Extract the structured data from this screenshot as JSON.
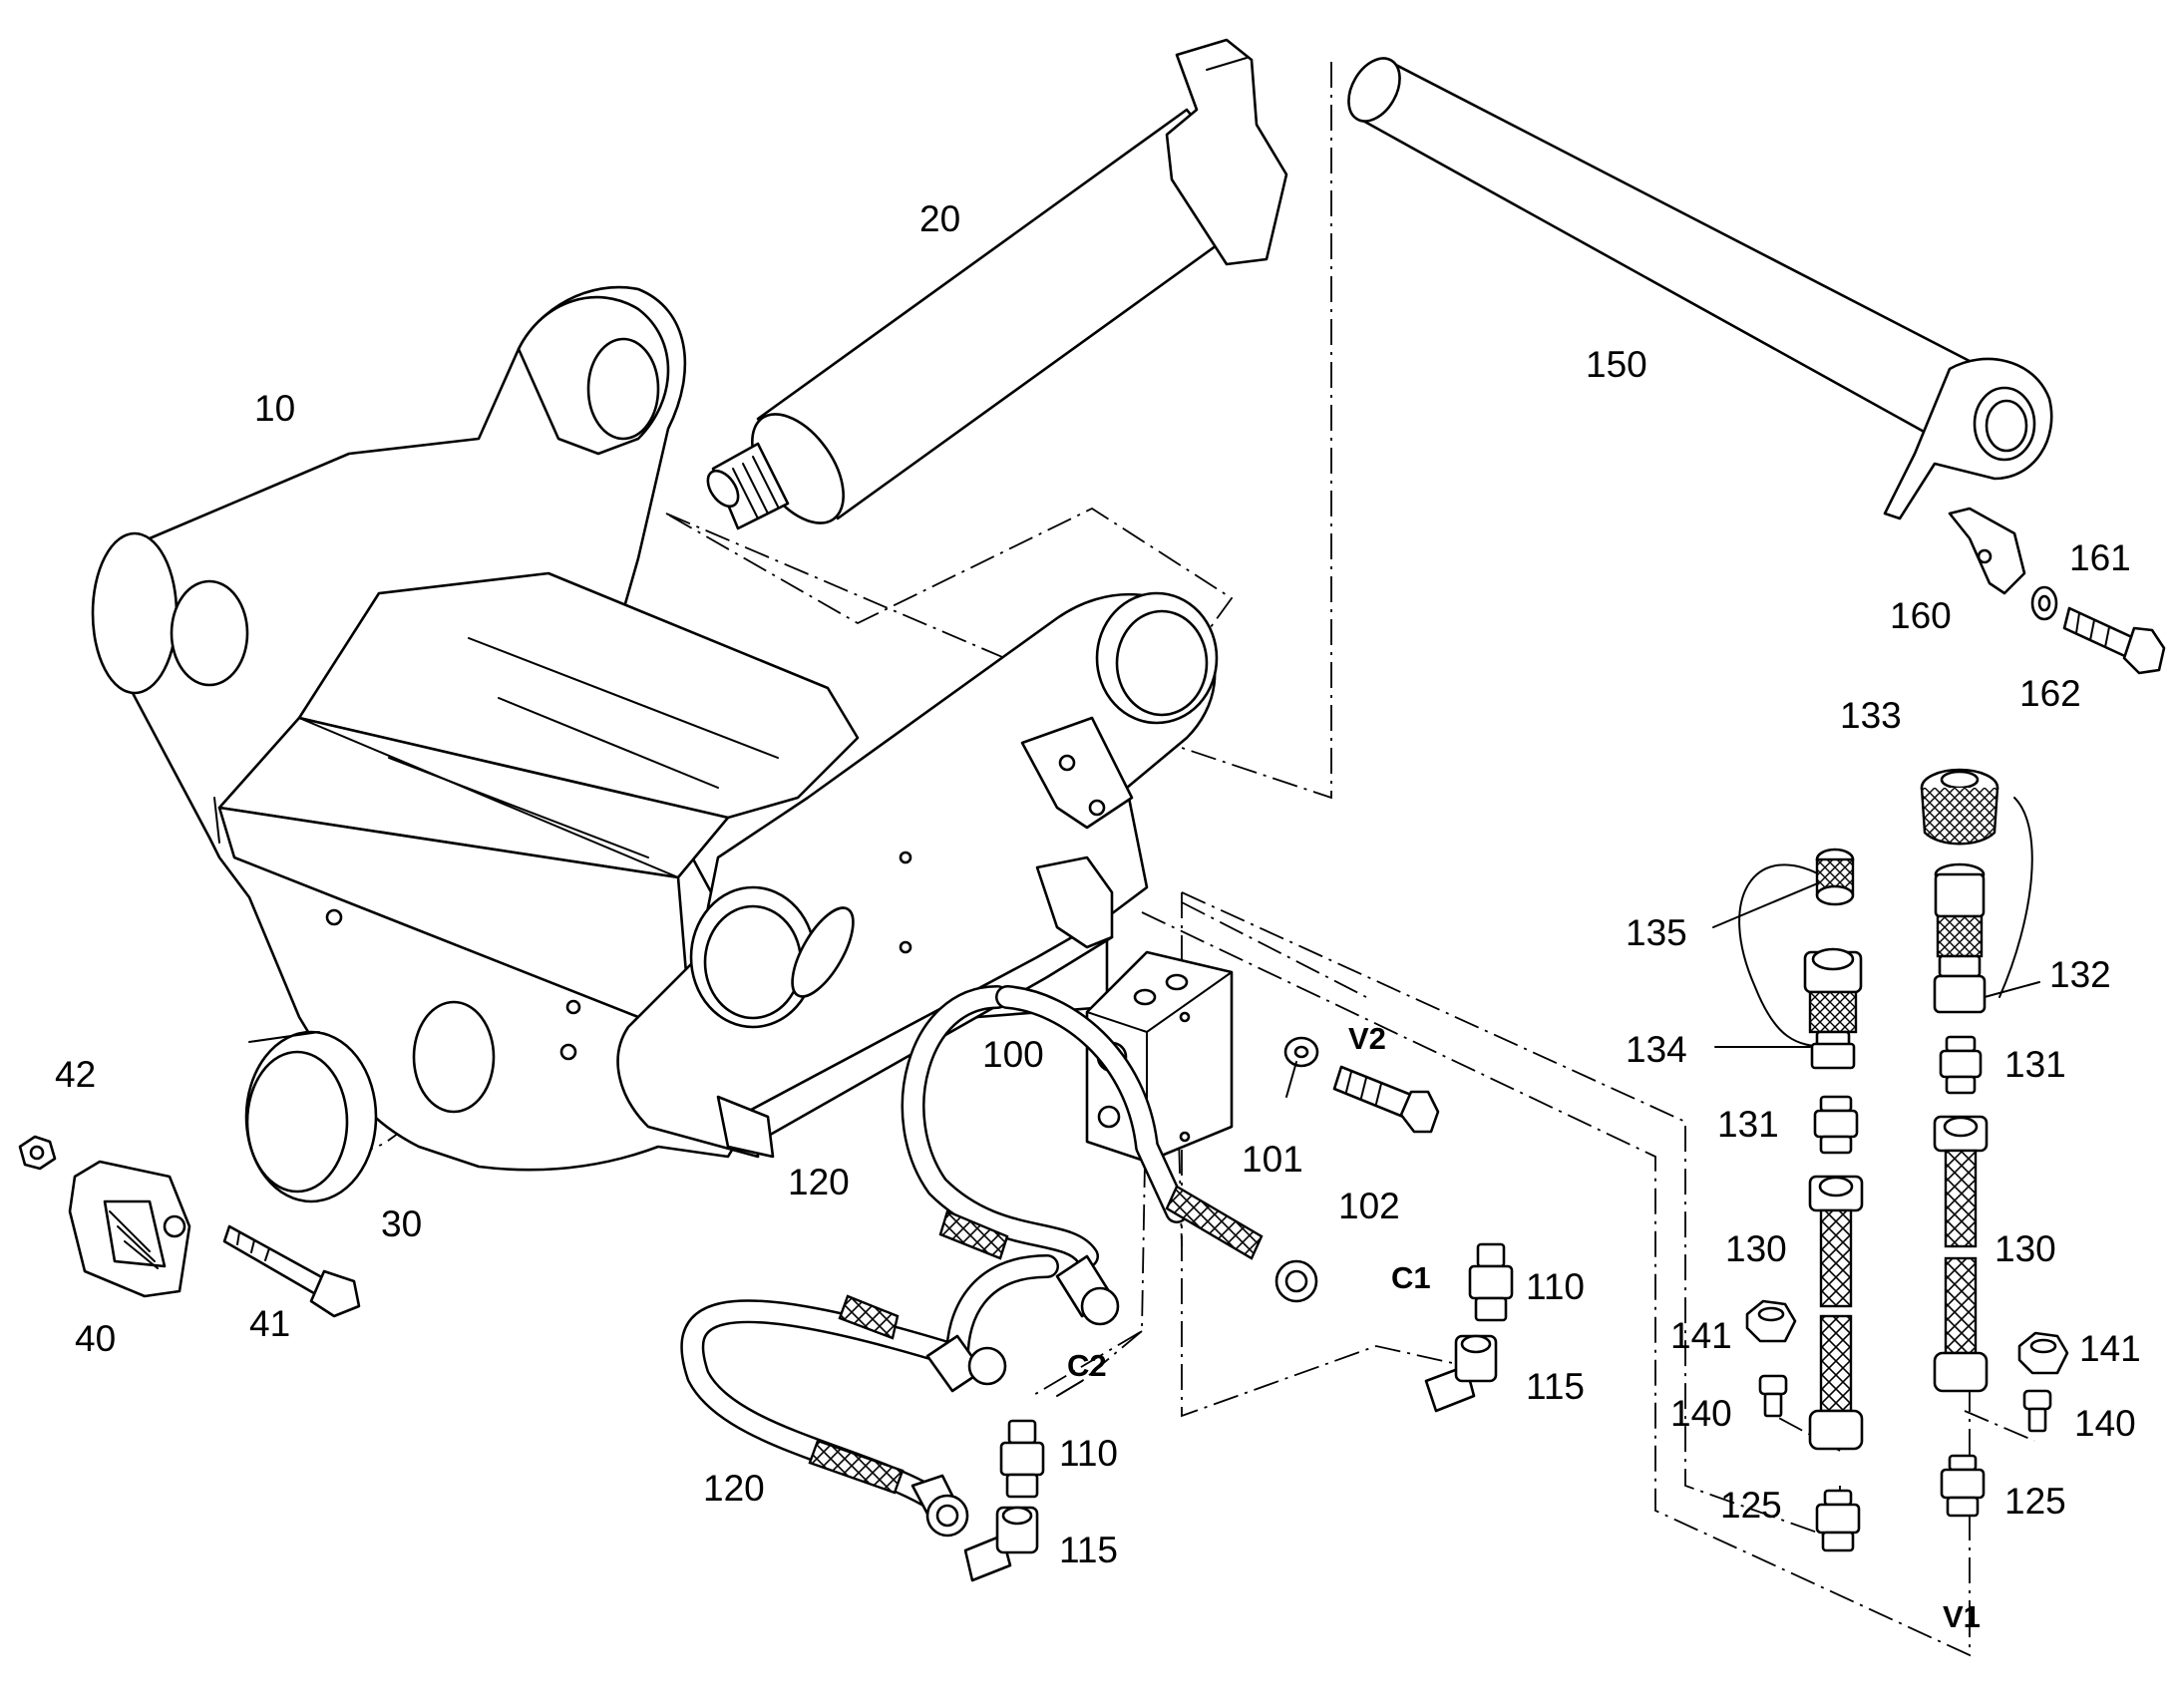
{
  "labels": {
    "p10": "10",
    "p20": "20",
    "p30": "30",
    "p40": "40",
    "p41": "41",
    "p42": "42",
    "p100": "100",
    "p101": "101",
    "p102": "102",
    "p110a": "110",
    "p110b": "110",
    "p115a": "115",
    "p115b": "115",
    "p120a": "120",
    "p120b": "120",
    "p125a": "125",
    "p125b": "125",
    "p130a": "130",
    "p130b": "130",
    "p131a": "131",
    "p131b": "131",
    "p132": "132",
    "p133": "133",
    "p134": "134",
    "p135": "135",
    "p140a": "140",
    "p140b": "140",
    "p141a": "141",
    "p141b": "141",
    "p150": "150",
    "p160": "160",
    "p161": "161",
    "p162": "162"
  },
  "ports": {
    "v1": "V1",
    "v2": "V2",
    "c1": "C1",
    "c2": "C2"
  }
}
